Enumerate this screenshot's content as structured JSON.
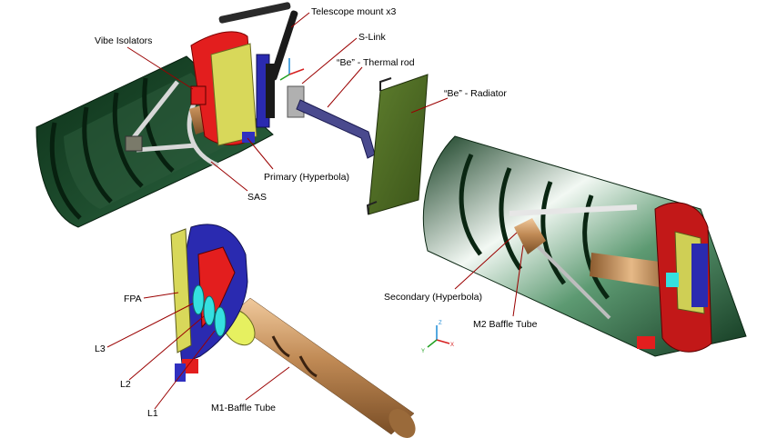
{
  "labels": {
    "telescope_mount": "Telescope mount x3",
    "vibe_isolators": "Vibe Isolators",
    "s_link": "S-Link",
    "be_thermal_rod": "“Be” - Thermal rod",
    "be_radiator": "“Be” - Radiator",
    "primary": "Primary (Hyperbola)",
    "sas": "SAS",
    "secondary": "Secondary (Hyperbola)",
    "m2_baffle_tube": "M2 Baffle Tube",
    "fpa": "FPA",
    "l3": "L3",
    "l2": "L2",
    "l1": "L1",
    "m1_baffle_tube": "M1-Baffle Tube"
  },
  "axis_triad": {
    "z": "Z",
    "x": "X",
    "y": "Y"
  },
  "colors": {
    "tube_dark": "#0f3a1f",
    "tube_mid": "#2f6b45",
    "tube_light": "#e8f2ec",
    "copper": "#c08a55",
    "flange_red": "#e31e1e",
    "yellow": "#d8d85a",
    "blue_parts": "#2a2ab0",
    "cyan_lens": "#35e0e0",
    "radiator": "#4e6b26",
    "leader": "#9a0000"
  }
}
